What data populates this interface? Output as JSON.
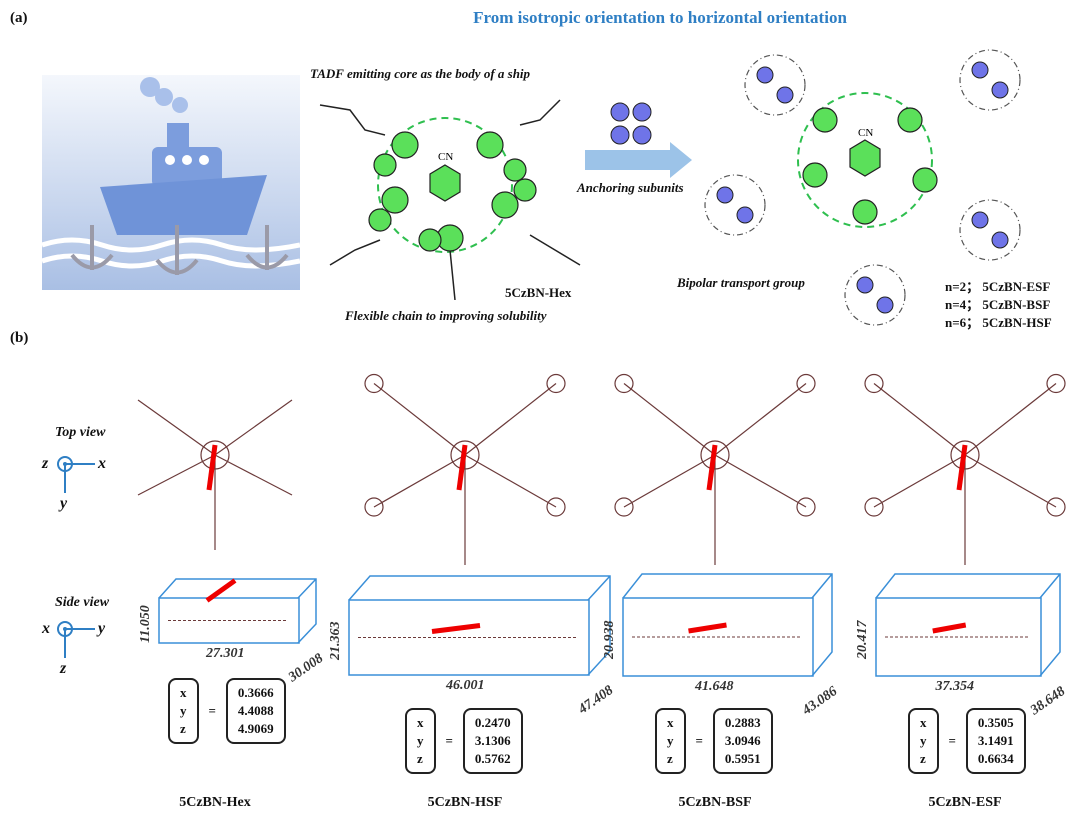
{
  "panel_a": {
    "label": "(a)",
    "title": "From isotropic orientation to horizontal orientation",
    "core_caption": "TADF emitting core as the body of a ship",
    "chain_caption": "Flexible chain to improving solubility",
    "left_molecule_name": "5CzBN-Hex",
    "arrow_label": "Anchoring subunits",
    "bipolar_caption": "Bipolar transport  group",
    "cn_label": "CN",
    "variants": [
      "n=2； 5CzBN-ESF",
      "n=4； 5CzBN-BSF",
      "n=6； 5CzBN-HSF"
    ],
    "colors": {
      "title": "#2f7fc4",
      "core": "#2fbf4f",
      "anchor": "#4a4fd6",
      "arrow": "#9cc3e8"
    }
  },
  "panel_b": {
    "label": "(b)",
    "top_view_label": "Top view",
    "side_view_label": "Side view",
    "top_axes": {
      "out": "z",
      "right": "x",
      "down": "y"
    },
    "side_axes": {
      "out": "x",
      "right": "y",
      "down": "z"
    },
    "vector_labels": [
      "x",
      "y",
      "z"
    ],
    "equals": "=",
    "columns": [
      {
        "name": "5CzBN-Hex",
        "height": "11.050",
        "width": "27.301",
        "depth": "30.008",
        "values": [
          "0.3666",
          "4.4088",
          "4.9069"
        ]
      },
      {
        "name": "5CzBN-HSF",
        "height": "21.363",
        "width": "46.001",
        "depth": "47.408",
        "values": [
          "0.2470",
          "3.1306",
          "0.5762"
        ]
      },
      {
        "name": "5CzBN-BSF",
        "height": "20.938",
        "width": "41.648",
        "depth": "43.086",
        "values": [
          "0.2883",
          "3.0946",
          "0.5951"
        ]
      },
      {
        "name": "5CzBN-ESF",
        "height": "20.417",
        "width": "37.354",
        "depth": "38.648",
        "values": [
          "0.3505",
          "3.1491",
          "0.6634"
        ]
      }
    ]
  }
}
